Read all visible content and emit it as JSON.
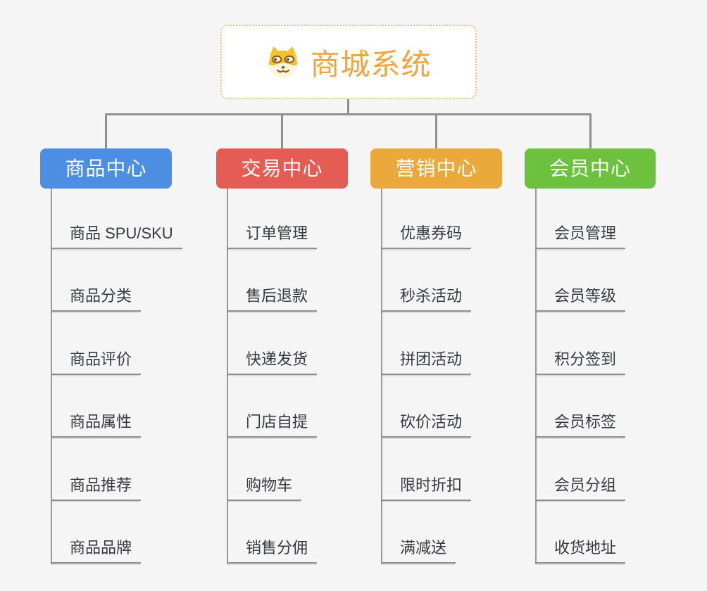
{
  "root": {
    "title": "商城系统",
    "icon": "doge-icon"
  },
  "branches": [
    {
      "label": "商品中心",
      "color": "#4c8fe2",
      "items": [
        "商品 SPU/SKU",
        "商品分类",
        "商品评价",
        "商品属性",
        "商品推荐",
        "商品品牌"
      ]
    },
    {
      "label": "交易中心",
      "color": "#e45c54",
      "items": [
        "订单管理",
        "售后退款",
        "快递发货",
        "门店自提",
        "购物车",
        "销售分佣"
      ]
    },
    {
      "label": "营销中心",
      "color": "#eba83b",
      "items": [
        "优惠券码",
        "秒杀活动",
        "拼团活动",
        "砍价活动",
        "限时折扣",
        "满减送"
      ]
    },
    {
      "label": "会员中心",
      "color": "#6cc13f",
      "items": [
        "会员管理",
        "会员等级",
        "积分签到",
        "会员标签",
        "会员分组",
        "收货地址"
      ]
    }
  ],
  "colors": {
    "background": "#f5f5f6",
    "connector": "#8f8f8f",
    "root_border": "#f0c070",
    "root_title": "#f1a53b",
    "leaf_text": "#353a40"
  }
}
